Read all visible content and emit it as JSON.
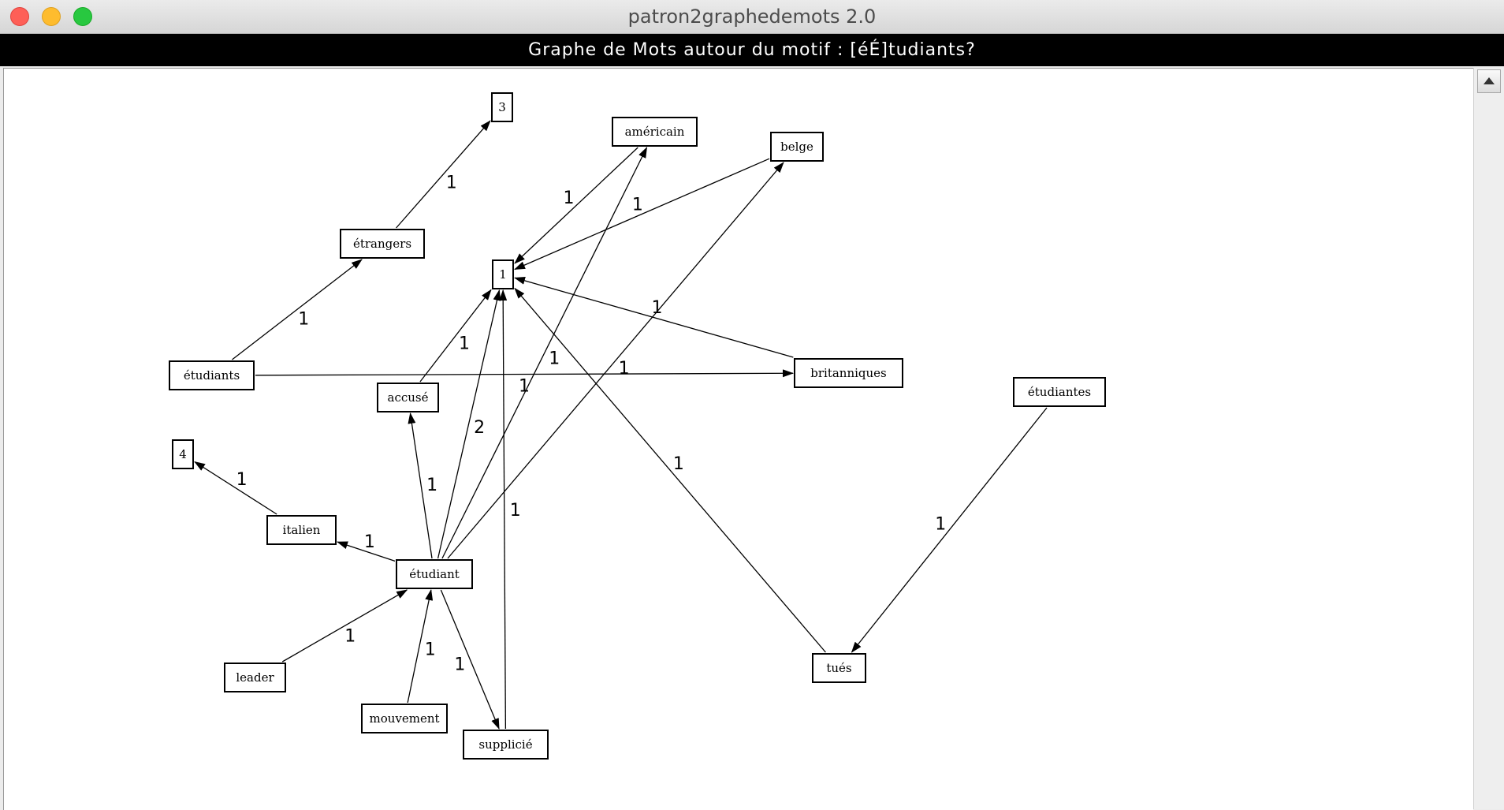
{
  "window": {
    "title": "patron2graphedemots 2.0"
  },
  "header": {
    "text": "Graphe de Mots autour du motif : [éÉ]tudiants?"
  },
  "graph": {
    "nodes": [
      {
        "id": "n3",
        "label": "3"
      },
      {
        "id": "americain",
        "label": "américain"
      },
      {
        "id": "belge",
        "label": "belge"
      },
      {
        "id": "etrangers",
        "label": "étrangers"
      },
      {
        "id": "n1",
        "label": "1"
      },
      {
        "id": "etudiants1",
        "label": "étudiants"
      },
      {
        "id": "britanniques",
        "label": "britanniques"
      },
      {
        "id": "etudiantes",
        "label": "étudiantes"
      },
      {
        "id": "accuse",
        "label": "accusé"
      },
      {
        "id": "n4",
        "label": "4"
      },
      {
        "id": "italien",
        "label": "italien"
      },
      {
        "id": "etudiant",
        "label": "étudiant"
      },
      {
        "id": "leader",
        "label": "leader"
      },
      {
        "id": "mouvement",
        "label": "mouvement"
      },
      {
        "id": "supplicie",
        "label": "supplicié"
      },
      {
        "id": "tues",
        "label": "tués"
      }
    ],
    "edges": [
      {
        "from": "etrangers",
        "to": "n3",
        "weight": "1"
      },
      {
        "from": "americain",
        "to": "n1",
        "weight": "1"
      },
      {
        "from": "belge",
        "to": "n1",
        "weight": "1"
      },
      {
        "from": "etudiants1",
        "to": "etrangers",
        "weight": "1"
      },
      {
        "from": "etudiants1",
        "to": "britanniques",
        "weight": "1"
      },
      {
        "from": "britanniques",
        "to": "n1",
        "weight": "1"
      },
      {
        "from": "accuse",
        "to": "n1",
        "weight": "1"
      },
      {
        "from": "etudiant",
        "to": "n1",
        "weight": "2"
      },
      {
        "from": "etudiant",
        "to": "americain",
        "weight": "1"
      },
      {
        "from": "etudiant",
        "to": "belge",
        "weight": "1"
      },
      {
        "from": "etudiant",
        "to": "accuse",
        "weight": "1"
      },
      {
        "from": "etudiant",
        "to": "italien",
        "weight": "1"
      },
      {
        "from": "etudiant",
        "to": "supplicie",
        "weight": "1"
      },
      {
        "from": "italien",
        "to": "n4",
        "weight": "1"
      },
      {
        "from": "leader",
        "to": "etudiant",
        "weight": "1"
      },
      {
        "from": "mouvement",
        "to": "etudiant",
        "weight": "1"
      },
      {
        "from": "supplicie",
        "to": "n1",
        "weight": "1"
      },
      {
        "from": "tues",
        "to": "n1",
        "weight": "1"
      },
      {
        "from": "etudiantes",
        "to": "tues",
        "weight": "1"
      }
    ]
  }
}
